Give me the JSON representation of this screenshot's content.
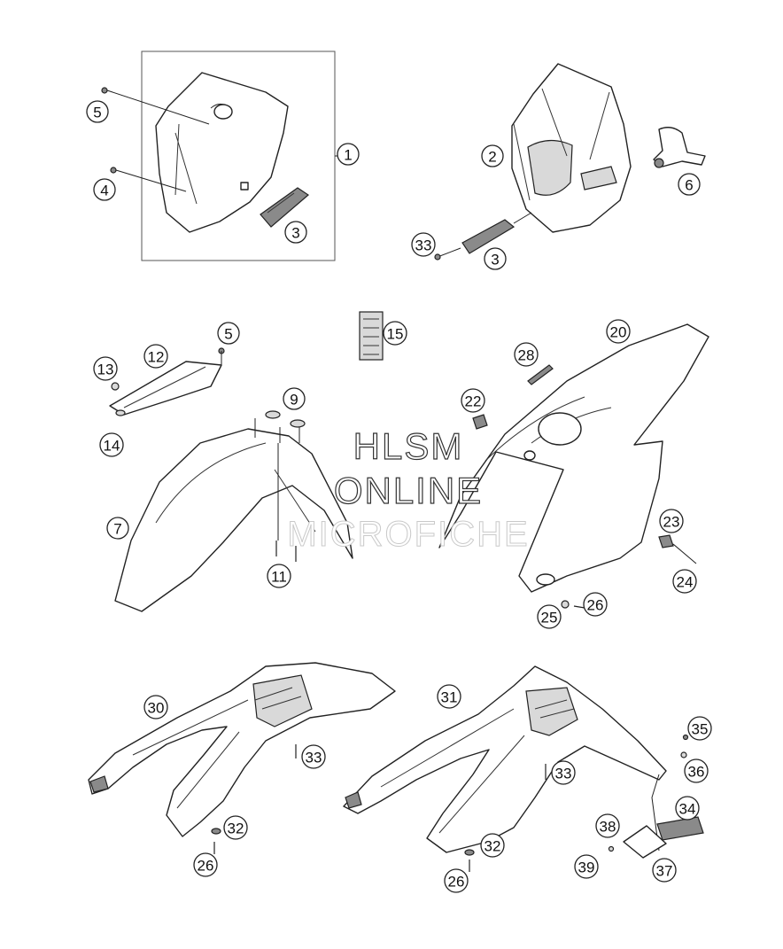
{
  "watermark": {
    "line1": "HLSM",
    "line2": "ONLINE",
    "line3": "MICROFICHE"
  },
  "callouts": [
    {
      "id": "c1",
      "label": "1"
    },
    {
      "id": "c2",
      "label": "2"
    },
    {
      "id": "c3a",
      "label": "3"
    },
    {
      "id": "c3b",
      "label": "3"
    },
    {
      "id": "c4",
      "label": "4"
    },
    {
      "id": "c5a",
      "label": "5"
    },
    {
      "id": "c5b",
      "label": "5"
    },
    {
      "id": "c6",
      "label": "6"
    },
    {
      "id": "c7",
      "label": "7"
    },
    {
      "id": "c9",
      "label": "9"
    },
    {
      "id": "c11",
      "label": "11"
    },
    {
      "id": "c12",
      "label": "12"
    },
    {
      "id": "c13",
      "label": "13"
    },
    {
      "id": "c14",
      "label": "14"
    },
    {
      "id": "c15",
      "label": "15"
    },
    {
      "id": "c20",
      "label": "20"
    },
    {
      "id": "c22",
      "label": "22"
    },
    {
      "id": "c23",
      "label": "23"
    },
    {
      "id": "c24",
      "label": "24"
    },
    {
      "id": "c25",
      "label": "25"
    },
    {
      "id": "c26a",
      "label": "26"
    },
    {
      "id": "c26b",
      "label": "26"
    },
    {
      "id": "c26c",
      "label": "26"
    },
    {
      "id": "c28",
      "label": "28"
    },
    {
      "id": "c30",
      "label": "30"
    },
    {
      "id": "c31",
      "label": "31"
    },
    {
      "id": "c32a",
      "label": "32"
    },
    {
      "id": "c32b",
      "label": "32"
    },
    {
      "id": "c33a",
      "label": "33"
    },
    {
      "id": "c33b",
      "label": "33"
    },
    {
      "id": "c33c",
      "label": "33"
    },
    {
      "id": "c34",
      "label": "34"
    },
    {
      "id": "c35",
      "label": "35"
    },
    {
      "id": "c36",
      "label": "36"
    },
    {
      "id": "c37",
      "label": "37"
    },
    {
      "id": "c38",
      "label": "38"
    },
    {
      "id": "c39",
      "label": "39"
    }
  ]
}
